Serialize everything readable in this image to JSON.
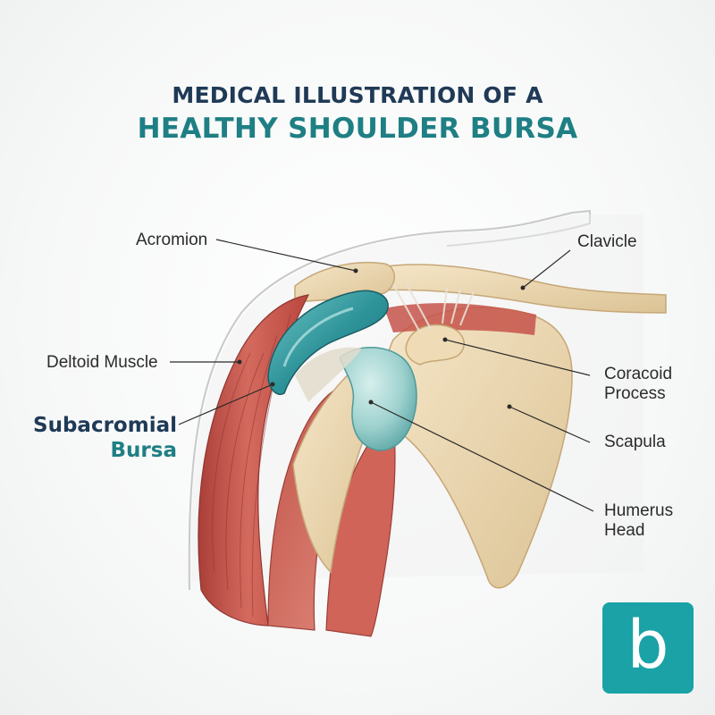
{
  "title": {
    "line1": "MEDICAL ILLUSTRATION OF A",
    "line2": "HEALTHY SHOULDER BURSA"
  },
  "labels": {
    "acromion": "Acromion",
    "clavicle": "Clavicle",
    "deltoid": "Deltoid Muscle",
    "coracoid_line1": "Coracoid",
    "coracoid_line2": "Process",
    "scapula": "Scapula",
    "humerus_line1": "Humerus",
    "humerus_line2": "Head",
    "bursa_line1": "Subacromial",
    "bursa_line2": "Bursa"
  },
  "logo": {
    "letter": "b",
    "color": "#1aa2a6"
  },
  "colors": {
    "title_dark": "#1f3a56",
    "title_teal": "#1e7f84",
    "bone": "#ecd9b4",
    "muscle": "#c8584e",
    "bursa": "#2f9aa0",
    "cartilage": "#a8d7d4"
  }
}
